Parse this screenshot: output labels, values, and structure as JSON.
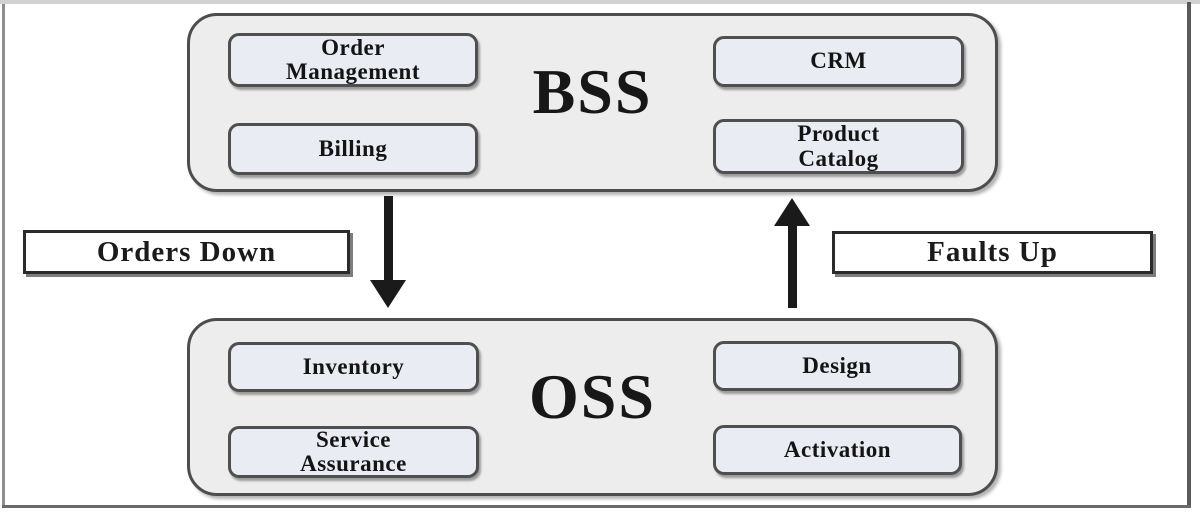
{
  "bss": {
    "title": "BSS",
    "modules": [
      {
        "label": "Order\nManagement"
      },
      {
        "label": "CRM"
      },
      {
        "label": "Billing"
      },
      {
        "label": "Product\nCatalog"
      }
    ]
  },
  "oss": {
    "title": "OSS",
    "modules": [
      {
        "label": "Inventory"
      },
      {
        "label": "Design"
      },
      {
        "label": "Service\nAssurance"
      },
      {
        "label": "Activation"
      }
    ]
  },
  "flows": [
    {
      "label": "Orders Down",
      "direction": "down",
      "from": "BSS",
      "to": "OSS"
    },
    {
      "label": "Faults Up",
      "direction": "up",
      "from": "OSS",
      "to": "BSS"
    }
  ],
  "colors": {
    "container_fill": "#ededed",
    "module_fill": "#e9ecf3",
    "container_border": "#4d4d4d",
    "arrow": "#1a1a1a",
    "label_box_fill": "#ffffff",
    "text": "#171717"
  }
}
